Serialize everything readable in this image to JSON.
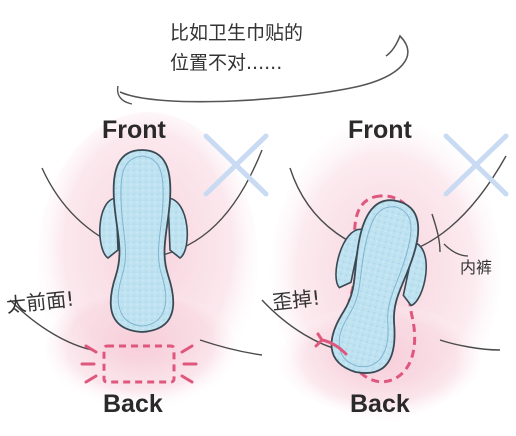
{
  "speech_bubble": {
    "line1": "比如卫生巾贴的",
    "line2": "位置不对......"
  },
  "left_panel": {
    "front_label": "Front",
    "back_label": "Back",
    "note": "太前面!",
    "wrong_mark_icon": "cross-icon"
  },
  "right_panel": {
    "front_label": "Front",
    "back_label": "Back",
    "note": "歪掉!",
    "underwear_label": "内裤",
    "wrong_mark_icon": "cross-icon"
  },
  "colors": {
    "pad_fill": "#bfe2f1",
    "pad_stroke": "#3a4a55",
    "pink_wash": "#f6c9d6",
    "dashed_pink": "#e0577e",
    "cross_blue": "#c9daf3",
    "outline": "#4a4a4a"
  }
}
